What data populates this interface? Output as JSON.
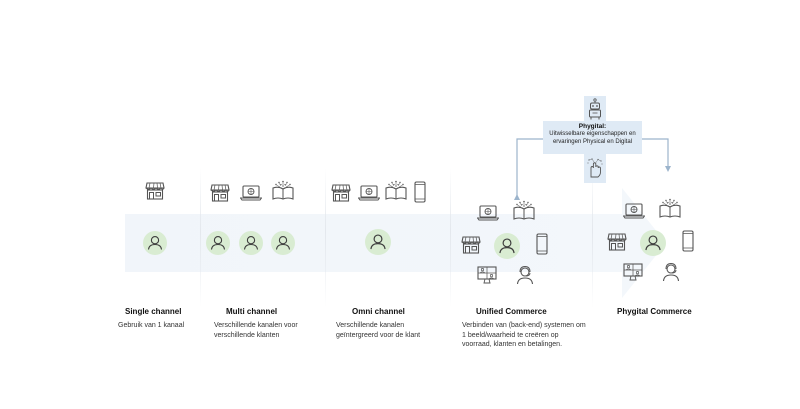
{
  "stages": [
    {
      "title": "Single channel",
      "description": "Gebruik van 1 kanaal"
    },
    {
      "title": "Multi channel",
      "description": "Verschillende kanalen voor verschillende klanten"
    },
    {
      "title": "Omni channel",
      "description": "Verschillende kanalen geïntergreerd voor de klant"
    },
    {
      "title": "Unified Commerce",
      "description": "Verbinden van (back-end) systemen om 1 beeld/waarheid te creëren op voorraad, klanten en betalingen."
    },
    {
      "title": "Phygital Commerce",
      "description": ""
    }
  ],
  "phygital": {
    "title": "Phygital:",
    "description": "Uitwisselbare eigenschappen en ervaringen Physical en Digital"
  },
  "colors": {
    "person_fill": "#d9ecd2",
    "band": "#f1f5fa",
    "cross": "#dfeaf5",
    "icon_stroke": "#555555"
  },
  "icons": [
    "store-icon",
    "laptop-icon",
    "book-icon",
    "phone-icon",
    "video-call-icon",
    "support-agent-icon",
    "person-icon",
    "robot-icon",
    "hand-icon"
  ]
}
